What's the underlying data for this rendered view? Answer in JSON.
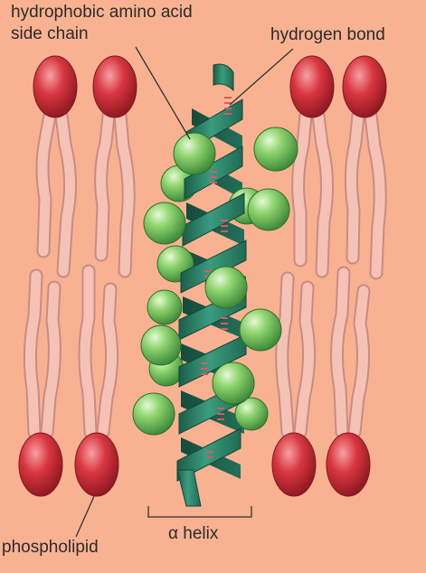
{
  "labels": {
    "hydrophobic_line1": "hydrophobic amino acid",
    "hydrophobic_line2": "side chain",
    "hydrogen_bond": "hydrogen bond",
    "alpha_helix": "α helix",
    "phospholipid": "phospholipid"
  },
  "colors": {
    "background": "#f8b291",
    "head": "#d9363f",
    "tail": "#f4bdb2",
    "helix": "#2e8a6e",
    "side_chain": "#8fd46e",
    "hbond": "#d65a6a",
    "ink": "#333333"
  },
  "icons": [
    "phospholipid-head",
    "lipid-tail",
    "alpha-helix-ribbon",
    "amino-acid-sphere",
    "hydrogen-bond-dash"
  ]
}
